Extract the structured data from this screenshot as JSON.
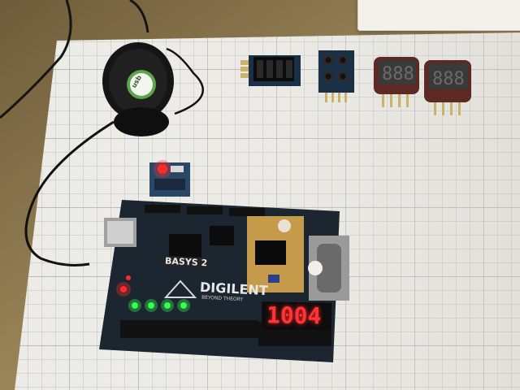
{
  "scene": {
    "board_logo": "BASYS 2",
    "brand": "DIGILENT",
    "tagline": "BEYOND THEORY",
    "display_value": "1004",
    "reel_logo": "usb"
  },
  "colors": {
    "table": "#8d7a52",
    "paper": "#ece9e2",
    "grid": "#b9bcc4",
    "pcb": "#1c2630",
    "pmod": "#1a3046",
    "led_red": "#ff2a2a",
    "led_green": "#35ff4f",
    "proto": "#c59a4a"
  },
  "icons": [
    "usb-reel-icon",
    "digilent-triangle-icon",
    "idc-connector-icon"
  ]
}
